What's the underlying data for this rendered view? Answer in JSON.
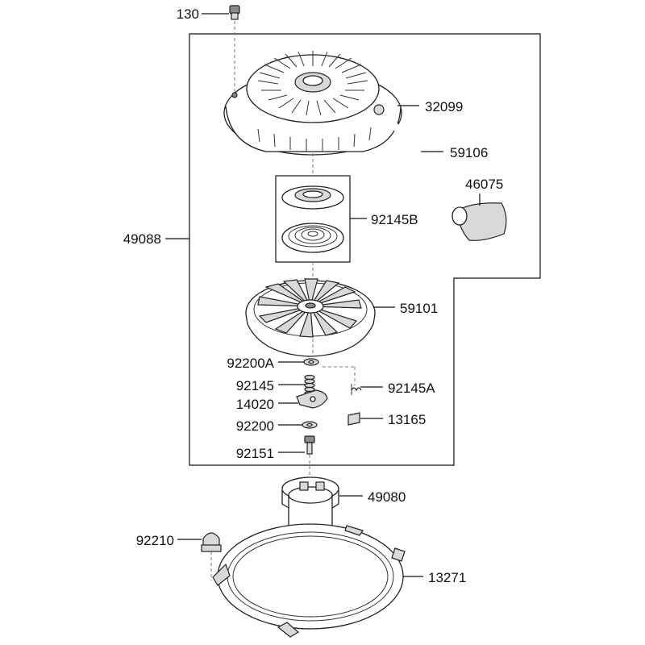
{
  "parts": [
    {
      "id": "p130",
      "number": "130"
    },
    {
      "id": "p32099",
      "number": "32099"
    },
    {
      "id": "p59106",
      "number": "59106"
    },
    {
      "id": "p46075",
      "number": "46075"
    },
    {
      "id": "p92145B",
      "number": "92145B"
    },
    {
      "id": "p49088",
      "number": "49088"
    },
    {
      "id": "p59101",
      "number": "59101"
    },
    {
      "id": "p92200A",
      "number": "92200A"
    },
    {
      "id": "p92145",
      "number": "92145"
    },
    {
      "id": "p92145A",
      "number": "92145A"
    },
    {
      "id": "p14020",
      "number": "14020"
    },
    {
      "id": "p13165",
      "number": "13165"
    },
    {
      "id": "p92200",
      "number": "92200"
    },
    {
      "id": "p92151",
      "number": "92151"
    },
    {
      "id": "p49080",
      "number": "49080"
    },
    {
      "id": "p92210",
      "number": "92210"
    },
    {
      "id": "p13271",
      "number": "13271"
    }
  ]
}
